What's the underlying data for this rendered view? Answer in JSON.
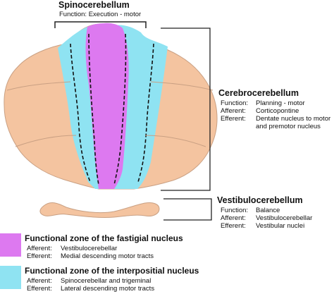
{
  "colors": {
    "lobe": "#f4c4a0",
    "lobe_stroke": "#c9a083",
    "fastigial": "#dd79f0",
    "interpositus": "#8fe3f2",
    "bracket": "#222222"
  },
  "spinocerebellum": {
    "title": "Spinocerebellum",
    "function_label": "Function:",
    "function_value": "Execution - motor"
  },
  "cerebrocerebellum": {
    "title": "Cerebrocerebellum",
    "rows": [
      {
        "label": "Function:",
        "value": "Planning - motor"
      },
      {
        "label": "Afferent:",
        "value": "Corticopontine"
      },
      {
        "label": "Efferent:",
        "value": "Dentate nucleus to motor"
      }
    ],
    "efferent_cont": "and premotor nucleus"
  },
  "vestibulocerebellum": {
    "title": "Vestibulocerebellum",
    "rows": [
      {
        "label": "Function:",
        "value": "Balance"
      },
      {
        "label": "Afferent:",
        "value": "Vestibulocerebellar"
      },
      {
        "label": "Efferent:",
        "value": "Vestibular nuclei"
      }
    ]
  },
  "legend": [
    {
      "key": "fastigial",
      "title": "Functional zone of the fastigial nucleus",
      "afferent_label": "Afferent:",
      "afferent_value": "Vestibulocerebellar",
      "efferent_label": "Efferent:",
      "efferent_value": "Medial descending motor tracts"
    },
    {
      "key": "interpositus",
      "title": "Functional zone of the interpositial nucleus",
      "afferent_label": "Afferent:",
      "afferent_value": "Spinocerebellar and trigeminal",
      "efferent_label": "Efferent:",
      "efferent_value": "Lateral descending motor tracts"
    }
  ]
}
